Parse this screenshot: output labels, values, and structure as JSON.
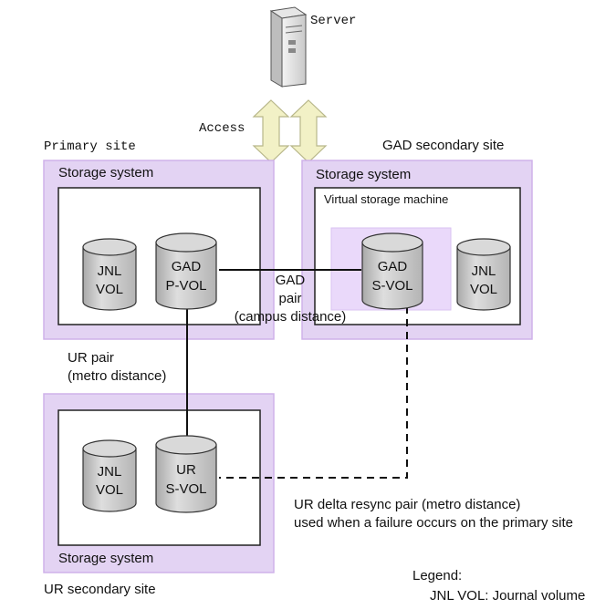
{
  "server": {
    "label": "Server"
  },
  "access": {
    "label": "Access"
  },
  "sites": {
    "primary": {
      "label": "Primary site",
      "storage_label": "Storage system"
    },
    "gad_secondary": {
      "label": "GAD secondary site",
      "storage_label": "Storage system",
      "virtual_label": "Virtual storage machine"
    },
    "ur_secondary": {
      "label": "UR secondary site",
      "storage_label": "Storage system"
    }
  },
  "volumes": {
    "primary_jnl": {
      "line1": "JNL",
      "line2": "VOL"
    },
    "gad_pvol": {
      "line1": "GAD",
      "line2": "P-VOL"
    },
    "gad_svol": {
      "line1": "GAD",
      "line2": "S-VOL"
    },
    "gad_jnl": {
      "line1": "JNL",
      "line2": "VOL"
    },
    "ur_jnl": {
      "line1": "JNL",
      "line2": "VOL"
    },
    "ur_svol": {
      "line1": "UR",
      "line2": "S-VOL"
    }
  },
  "pairs": {
    "gad": {
      "line1": "GAD",
      "line2": "pair",
      "line3": "(campus distance)"
    },
    "ur": {
      "line1": "UR pair",
      "line2": "(metro distance)"
    },
    "delta": {
      "line1": "UR delta resync pair (metro distance)",
      "line2": "used when a failure occurs on the primary site"
    }
  },
  "legend": {
    "title": "Legend:",
    "entry": "JNL VOL: Journal volume"
  },
  "colors": {
    "site": "#e3d3f3",
    "site_border": "#cfb2ea",
    "cylinder": "#c8c8c8",
    "arrow": "#f2f1c6"
  }
}
